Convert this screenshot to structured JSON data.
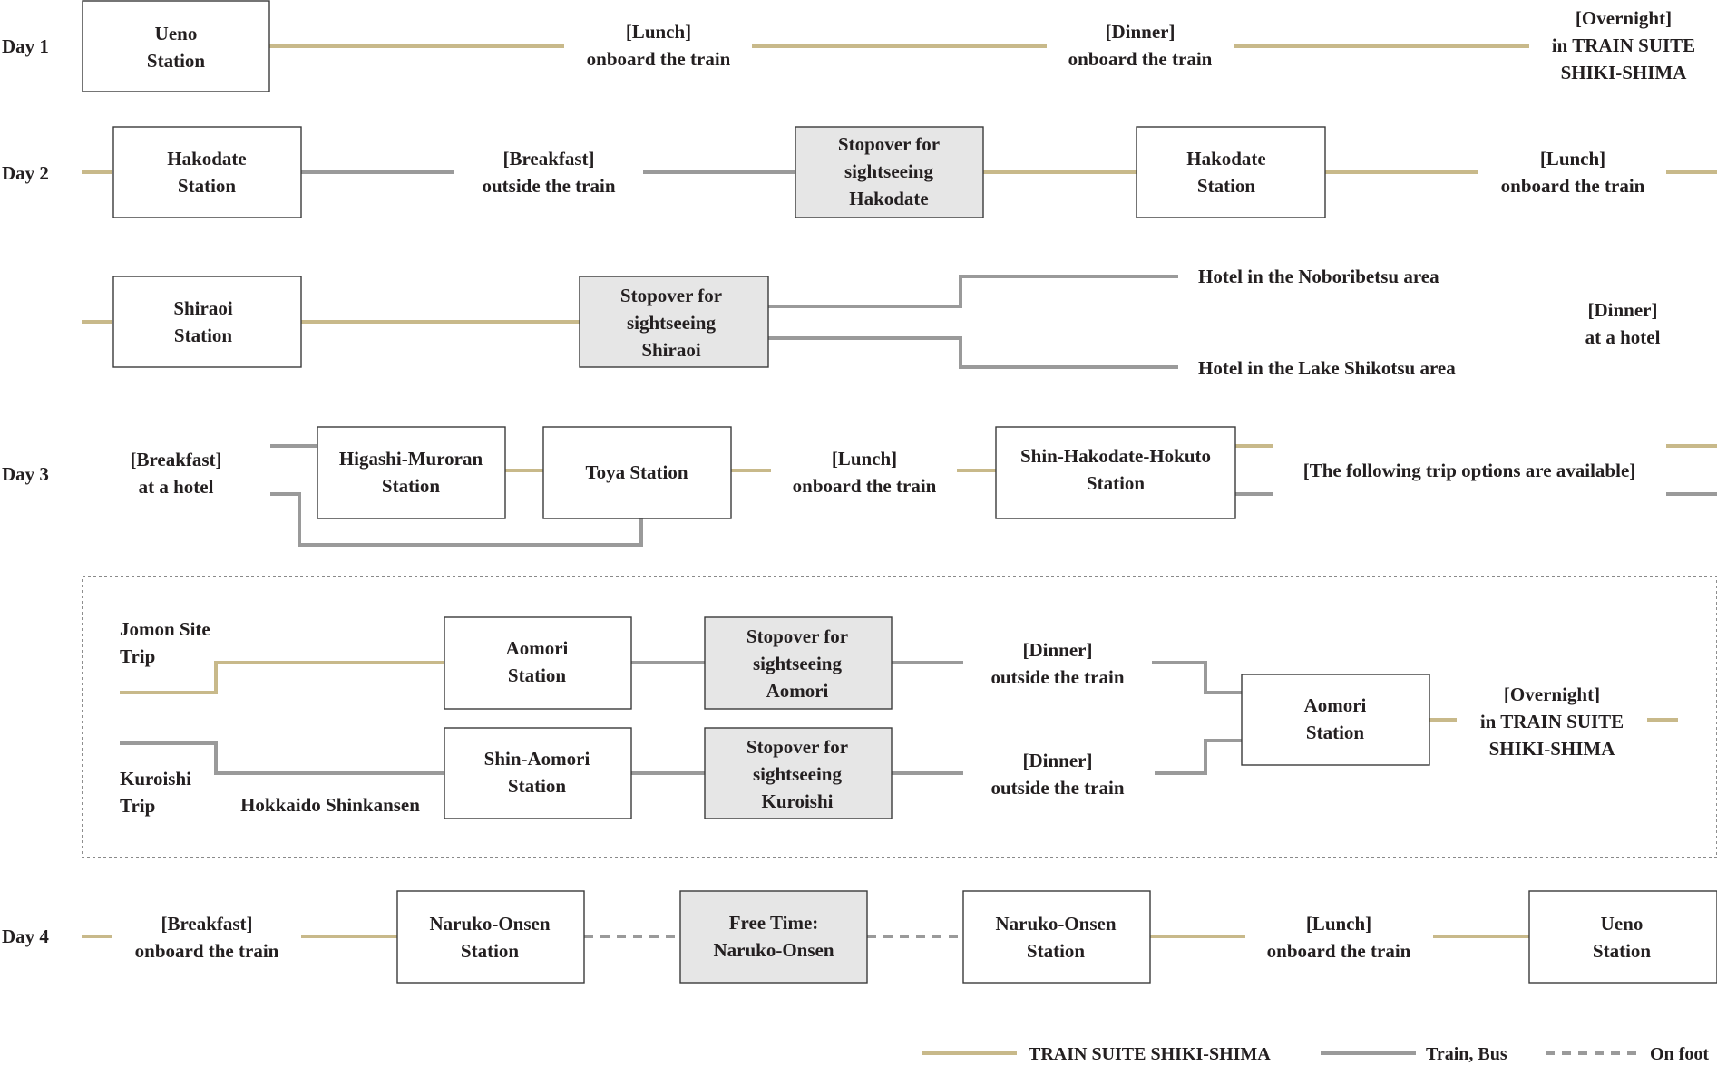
{
  "days": {
    "day1": "Day 1",
    "day2": "Day 2",
    "day3": "Day 3",
    "day4": "Day 4"
  },
  "day1": {
    "ueno": [
      "Ueno",
      "Station"
    ],
    "lunch": [
      "[Lunch]",
      "onboard the train"
    ],
    "dinner": [
      "[Dinner]",
      "onboard the train"
    ],
    "overnight": [
      "[Overnight]",
      "in TRAIN SUITE",
      "SHIKI-SHIMA"
    ]
  },
  "day2": {
    "hakodate1": [
      "Hakodate",
      "Station"
    ],
    "breakfast": [
      "[Breakfast]",
      "outside the train"
    ],
    "stop_hakodate": [
      "Stopover for",
      "sightseeing",
      "Hakodate"
    ],
    "hakodate2": [
      "Hakodate",
      "Station"
    ],
    "lunch": [
      "[Lunch]",
      "onboard the train"
    ],
    "shiraoi": [
      "Shiraoi",
      "Station"
    ],
    "stop_shiraoi": [
      "Stopover for",
      "sightseeing",
      "Shiraoi"
    ],
    "hotel_noboribetsu": "Hotel in the Noboribetsu area",
    "hotel_shikotsu": "Hotel in the Lake Shikotsu area",
    "dinner": [
      "[Dinner]",
      "at a hotel"
    ]
  },
  "day3": {
    "breakfast": [
      "[Breakfast]",
      "at a hotel"
    ],
    "higashi_muroran": [
      "Higashi-Muroran",
      "Station"
    ],
    "toya": "Toya Station",
    "lunch": [
      "[Lunch]",
      "onboard the train"
    ],
    "shin_hakodate": [
      "Shin-Hakodate-Hokuto",
      "Station"
    ],
    "options": "[The following trip options are available]",
    "jomon_trip": [
      "Jomon Site",
      "Trip"
    ],
    "kuroishi_trip": [
      "Kuroishi",
      "Trip"
    ],
    "shinkansen": "Hokkaido Shinkansen",
    "aomori1": [
      "Aomori",
      "Station"
    ],
    "stop_aomori": [
      "Stopover for",
      "sightseeing",
      "Aomori"
    ],
    "dinner1": [
      "[Dinner]",
      "outside the train"
    ],
    "shin_aomori": [
      "Shin-Aomori",
      "Station"
    ],
    "stop_kuroishi": [
      "Stopover for",
      "sightseeing",
      "Kuroishi"
    ],
    "dinner2": [
      "[Dinner]",
      "outside the train"
    ],
    "aomori2": [
      "Aomori",
      "Station"
    ],
    "overnight": [
      "[Overnight]",
      "in TRAIN SUITE",
      "SHIKI-SHIMA"
    ]
  },
  "day4": {
    "breakfast": [
      "[Breakfast]",
      "onboard the train"
    ],
    "naruko1": [
      "Naruko-Onsen",
      "Station"
    ],
    "free_time": [
      "Free Time:",
      "Naruko-Onsen"
    ],
    "naruko2": [
      "Naruko-Onsen",
      "Station"
    ],
    "lunch": [
      "[Lunch]",
      "onboard the train"
    ],
    "ueno": [
      "Ueno",
      "Station"
    ]
  },
  "legend": {
    "train_suite": "TRAIN SUITE SHIKI-SHIMA",
    "train_bus": "Train, Bus",
    "on_foot": "On foot"
  },
  "colors": {
    "train_suite": "#c8b98a",
    "train_bus": "#9a9a9a",
    "stopover_fill": "#e6e6e6"
  }
}
